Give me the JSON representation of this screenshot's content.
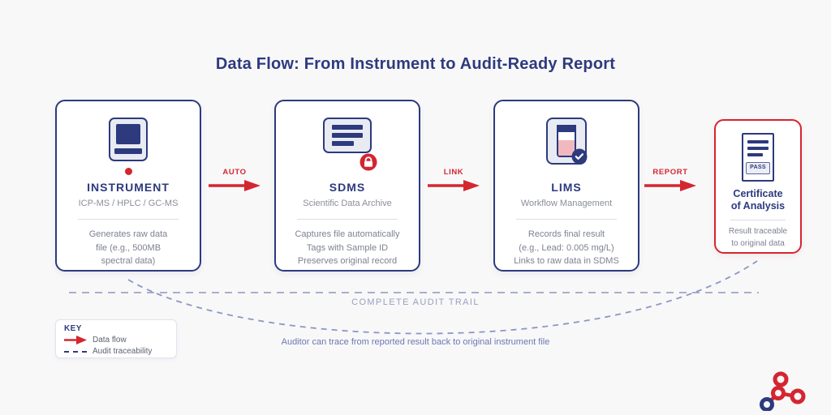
{
  "title": "Data Flow: From Instrument to Audit-Ready Report",
  "stages": [
    {
      "name": "INSTRUMENT",
      "subtitle": "ICP-MS / HPLC / GC-MS",
      "lines": [
        "Generates raw data",
        "file (e.g., 500MB",
        "spectral data)"
      ]
    },
    {
      "name": "SDMS",
      "subtitle": "Scientific Data Archive",
      "lines": [
        "Captures file automatically",
        "Tags with Sample ID",
        "Preserves original record"
      ]
    },
    {
      "name": "LIMS",
      "subtitle": "Workflow Management",
      "lines": [
        "Records final result",
        "(e.g., Lead: 0.005 mg/L)",
        "Links to raw data in SDMS"
      ]
    }
  ],
  "certificate": {
    "title_line1": "Certificate",
    "title_line2": "of Analysis",
    "stamp_label": "PASS",
    "lines": [
      "Result traceable",
      "to original data"
    ]
  },
  "arrows": [
    {
      "label": "AUTO"
    },
    {
      "label": "LINK"
    },
    {
      "label": "REPORT"
    }
  ],
  "audit_trail": {
    "label": "COMPLETE AUDIT TRAIL",
    "note": "Auditor can trace from reported result back to original instrument file"
  },
  "key": {
    "title": "KEY",
    "data_flow_label": "Data flow",
    "audit_traceability_label": "Audit traceability"
  },
  "colors": {
    "navy": "#2d3a7e",
    "red": "#d42630",
    "body_text": "#7d8292",
    "dashed_trail": "#a9aecb",
    "background": "#f8f8f9"
  }
}
